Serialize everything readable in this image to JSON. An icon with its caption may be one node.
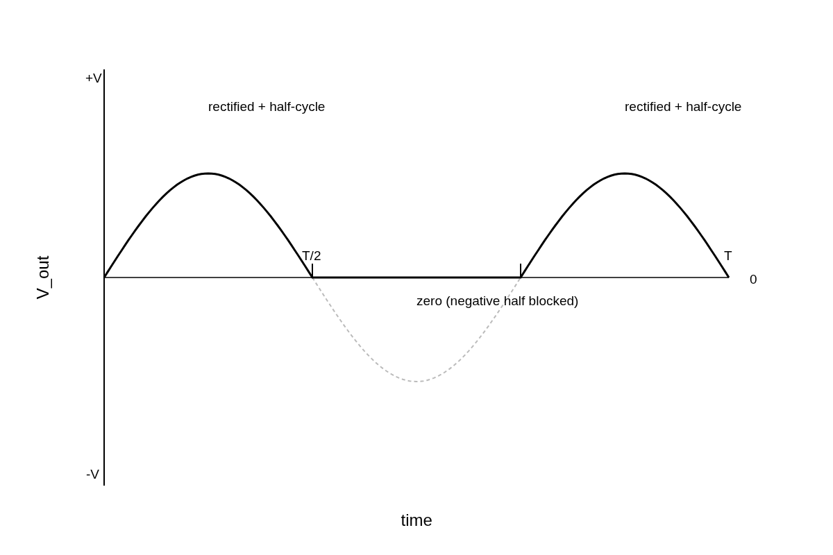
{
  "diagram": {
    "labels": [
      "+V",
      "rectified + half-cycle",
      "rectified + half-cycle",
      "T/2",
      "T",
      "0",
      "zero (negative half blocked)",
      "-V",
      "V_out",
      "time"
    ]
  }
}
